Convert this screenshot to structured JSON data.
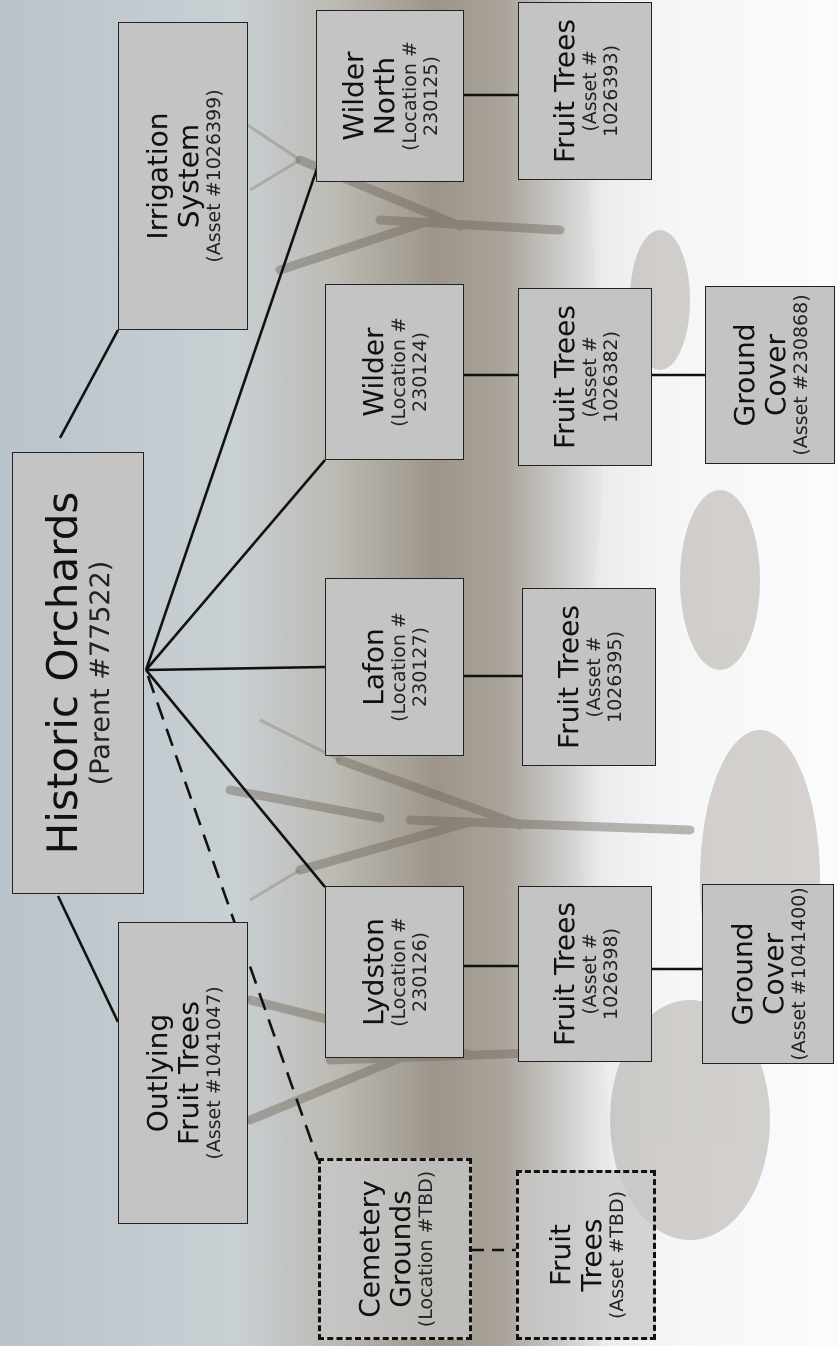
{
  "diagram": {
    "root": {
      "title": "Historic Orchards",
      "subtitle": "(Parent #77522)"
    },
    "irrigation": {
      "title_lines": [
        "Irrigation",
        "System"
      ],
      "subtitle": "(Asset #1026399)"
    },
    "wilder_north": {
      "title_lines": [
        "Wilder",
        "North"
      ],
      "subtitle_lines": [
        "(Location #",
        "230125)"
      ]
    },
    "wilder_north_trees": {
      "title": "Fruit Trees",
      "subtitle_lines": [
        "(Asset #",
        "1026393)"
      ]
    },
    "wilder": {
      "title": "Wilder",
      "subtitle_lines": [
        "(Location #",
        "230124)"
      ]
    },
    "wilder_trees": {
      "title": "Fruit Trees",
      "subtitle_lines": [
        "(Asset #",
        "1026382)"
      ]
    },
    "wilder_cover": {
      "title_lines": [
        "Ground",
        "Cover"
      ],
      "subtitle": "(Asset #230868)"
    },
    "lafon": {
      "title": "Lafon",
      "subtitle_lines": [
        "(Location #",
        "230127)"
      ]
    },
    "lafon_trees": {
      "title": "Fruit Trees",
      "subtitle_lines": [
        "(Asset #",
        "1026395)"
      ]
    },
    "lydston": {
      "title": "Lydston",
      "subtitle_lines": [
        "(Location #",
        "230126)"
      ]
    },
    "lydston_trees": {
      "title": "Fruit Trees",
      "subtitle_lines": [
        "(Asset #",
        "1026398)"
      ]
    },
    "lydston_cover": {
      "title_lines": [
        "Ground",
        "Cover"
      ],
      "subtitle": "(Asset #1041400)"
    },
    "outlying": {
      "title_lines": [
        "Outlying",
        "Fruit Trees"
      ],
      "subtitle": "(Asset #1041047)"
    },
    "cemetery": {
      "title_lines": [
        "Cemetery",
        "Grounds"
      ],
      "subtitle": "(Location #TBD)"
    },
    "cemetery_trees": {
      "title_lines": [
        "Fruit",
        "Trees"
      ],
      "subtitle": "(Asset #TBD)"
    }
  }
}
